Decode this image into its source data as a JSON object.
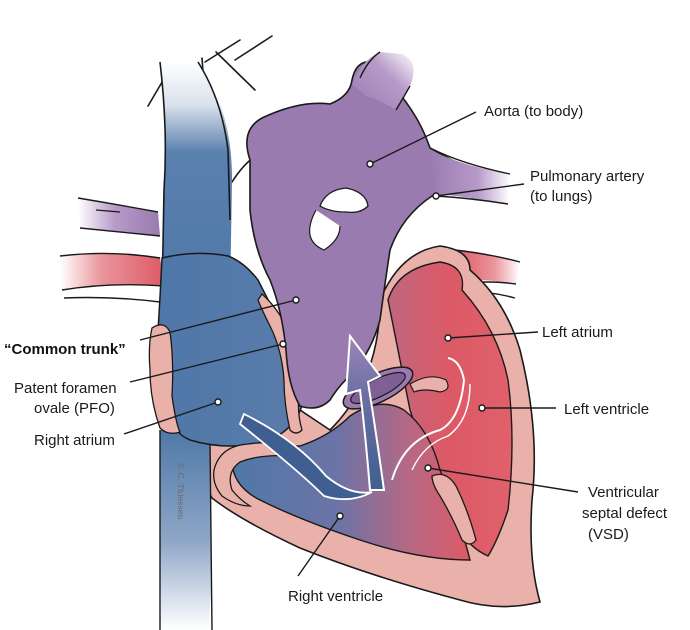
{
  "labels": {
    "aorta": "Aorta (to body)",
    "pulmonary_artery_1": "Pulmonary artery",
    "pulmonary_artery_2": "(to lungs)",
    "common_trunk": "“Common trunk”",
    "left_atrium": "Left atrium",
    "pfo_1": "Patent foramen",
    "pfo_2": "ovale (PFO)",
    "left_ventricle": "Left ventricle",
    "right_atrium": "Right atrium",
    "vsd_1": "Ventricular",
    "vsd_2": "septal defect",
    "vsd_3": "(VSD)",
    "right_ventricle": "Right ventricle"
  },
  "signature": "© C. Thiessen",
  "colors": {
    "trunk_purple": "#9a7bb0",
    "deoxygenated_blue": "#4f78a8",
    "oxygenated_red": "#de5a66",
    "heart_wall_pink": "#eab1aa",
    "outline": "#1a1a1a"
  }
}
